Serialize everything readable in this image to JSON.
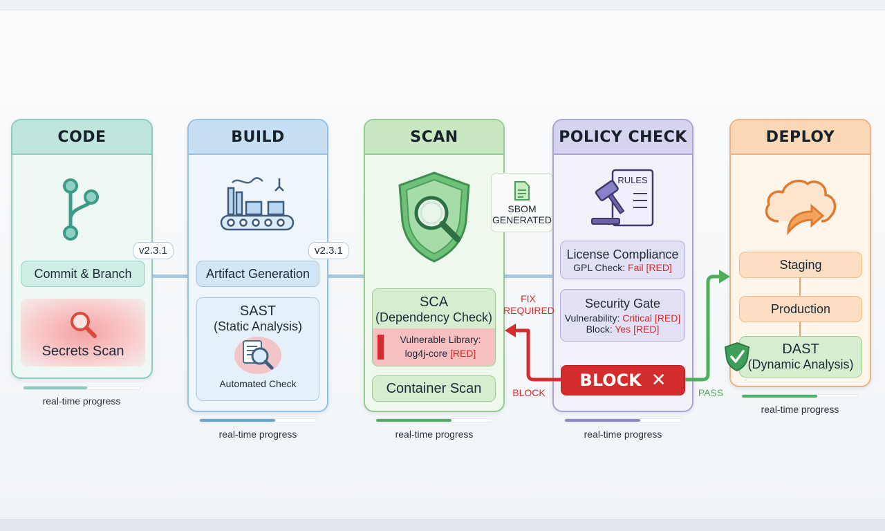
{
  "stages": {
    "code": {
      "title": "CODE",
      "icon": "git-branch-icon",
      "version": "v2.3.1",
      "commit": "Commit & Branch",
      "secrets": "Secrets Scan",
      "progress_label": "real-time progress",
      "progress": 0.55,
      "color": "#8ccbbe"
    },
    "build": {
      "title": "BUILD",
      "icon": "factory-icon",
      "version": "v2.3.1",
      "artifact": "Artifact Generation",
      "sast_title": "SAST",
      "sast_sub": "(Static Analysis)",
      "sast_check": "Automated Check",
      "progress_label": "real-time progress",
      "progress": 0.65,
      "color": "#6aa7cc"
    },
    "scan": {
      "title": "SCAN",
      "icon": "shield-magnifier-icon",
      "sbom_line1": "SBOM",
      "sbom_line2": "GENERATED",
      "sca_title": "SCA",
      "sca_sub": "(Dependency Check)",
      "vuln_line1": "Vulnerable Library:",
      "vuln_lib": "log4j-core",
      "vuln_flag": "[RED]",
      "container": "Container Scan",
      "progress_label": "real-time progress",
      "progress": 0.65,
      "color": "#5aaa68"
    },
    "policy": {
      "title": "POLICY CHECK",
      "icon": "gavel-rules-icon",
      "rules_label": "RULES",
      "license_title": "License Compliance",
      "license_prefix": "GPL Check:",
      "license_status": "Fail [RED]",
      "gate_title": "Security Gate",
      "gate_vuln_prefix": "Vulnerability:",
      "gate_vuln_status": "Critical [RED]",
      "gate_block_prefix": "Block:",
      "gate_block_status": "Yes [RED]",
      "block_button": "BLOCK",
      "progress_label": "real-time progress",
      "progress": 0.65,
      "color": "#9089c6"
    },
    "deploy": {
      "title": "DEPLOY",
      "icon": "cloud-deploy-icon",
      "staging": "Staging",
      "production": "Production",
      "dast_title": "DAST",
      "dast_sub": "(Dynamic Analysis)",
      "progress_label": "real-time progress",
      "progress": 0.65,
      "color": "#4faf68"
    }
  },
  "flows": {
    "fix_line1": "FIX",
    "fix_line2": "REQUIRED",
    "block": "BLOCK",
    "pass": "PASS",
    "block_color": "#d42c2c",
    "pass_color": "#4caf5c"
  }
}
